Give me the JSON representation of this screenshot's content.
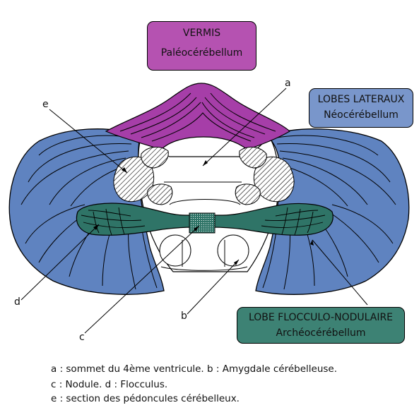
{
  "boxes": {
    "vermis": {
      "title": "VERMIS",
      "subtitle": "Paléocérébellum",
      "color": "#b552b1"
    },
    "lobes_lateraux": {
      "title": "LOBES LATERAUX",
      "subtitle": "Néocérébellum",
      "color": "#7996cb"
    },
    "lobe_flocculo": {
      "title": "LOBE FLOCCULO-NODULAIRE",
      "subtitle": "Archéocérébellum",
      "color": "#3d8274"
    }
  },
  "letters": {
    "a": "a",
    "b": "b",
    "c": "c",
    "d": "d",
    "e": "e"
  },
  "legend": [
    "a : sommet du 4ème ventricule.  b : Amygdale cérébelleuse.",
    "c : Nodule.  d : Flocculus.",
    "e : section des pédoncules cérébelleux."
  ],
  "colors": {
    "vermis": "#a63ea8",
    "hemisphere": "#5f83c0",
    "flocculus": "#2f7467",
    "outline": "#000000"
  }
}
